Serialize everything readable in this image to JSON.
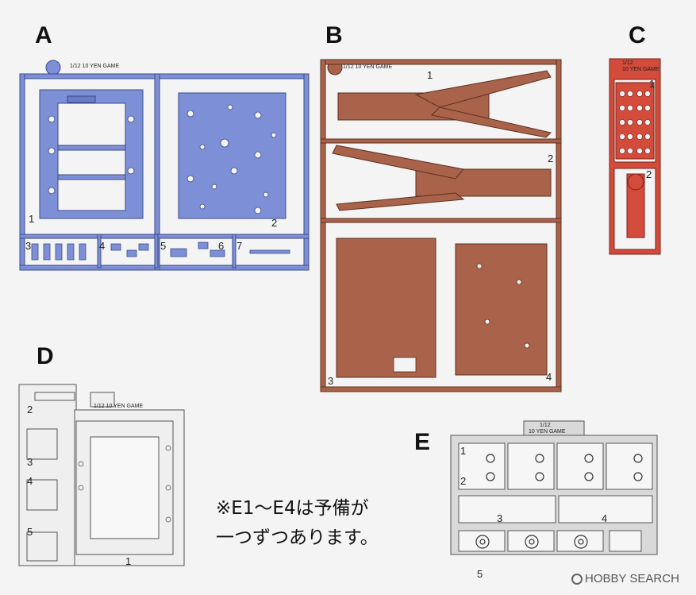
{
  "sprues": {
    "A": {
      "letter": "A",
      "label": "1/12 10 YEN GAME",
      "color": "#7d8fd6",
      "parts": [
        "1",
        "2",
        "3",
        "4",
        "5",
        "6",
        "7"
      ]
    },
    "B": {
      "letter": "B",
      "label": "1/12 10 YEN GAME",
      "color": "#a8634a",
      "parts": [
        "1",
        "2",
        "3",
        "4"
      ]
    },
    "C": {
      "letter": "C",
      "label_line1": "1/12",
      "label_line2": "10 YEN GAME",
      "color": "#d34b3a",
      "parts": [
        "1",
        "2"
      ]
    },
    "D": {
      "letter": "D",
      "label": "1/12 10 YEN GAME",
      "color": "#efefef",
      "parts": [
        "1",
        "2",
        "3",
        "4",
        "5"
      ]
    },
    "E": {
      "letter": "E",
      "label_line1": "1/12",
      "label_line2": "10 YEN GAME",
      "color": "#d9d9d9",
      "parts": [
        "1",
        "2",
        "3",
        "4",
        "5"
      ]
    }
  },
  "note": {
    "line1": "※E1～E4は予備が",
    "line2": "一つずつあります。"
  },
  "watermark": {
    "text": "HOBBY SEARCH"
  }
}
